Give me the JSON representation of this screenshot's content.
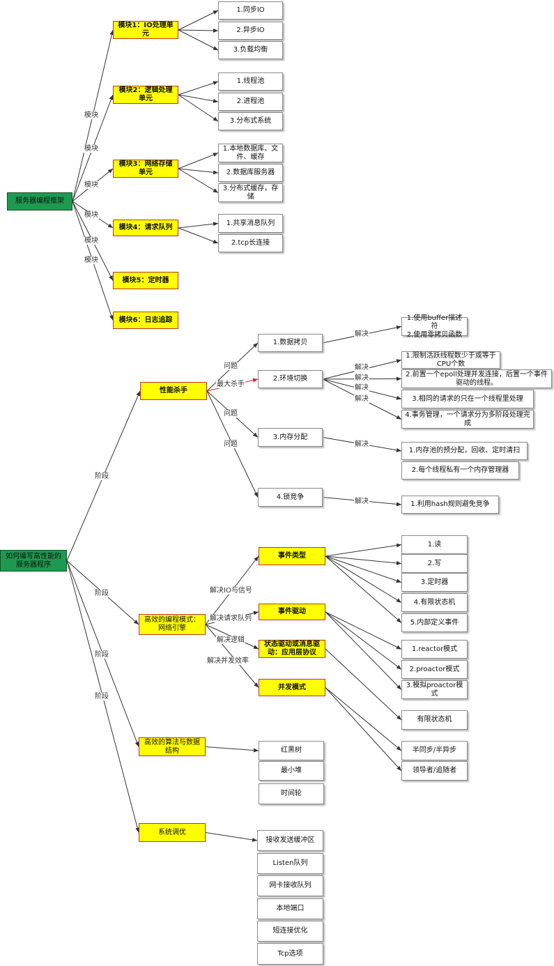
{
  "nodes": [
    {
      "id": "root1",
      "text": "服务器编程框架",
      "kind": "root"
    },
    {
      "id": "m1",
      "text": "模块1：IO处理单元",
      "kind": "yellow"
    },
    {
      "id": "m2",
      "text": "模块2：逻辑处理单元",
      "kind": "yellow"
    },
    {
      "id": "m3",
      "text": "模块3：网络存储单元",
      "kind": "yellow"
    },
    {
      "id": "m4",
      "text": "模块4：请求队列",
      "kind": "yellow"
    },
    {
      "id": "m5",
      "text": "模块5：定时器",
      "kind": "yellow"
    },
    {
      "id": "m6",
      "text": "模块6：日志追踪",
      "kind": "yellow"
    },
    {
      "id": "m1a",
      "text": "1.同步IO",
      "kind": "leaf"
    },
    {
      "id": "m1b",
      "text": "2.异步IO",
      "kind": "leaf"
    },
    {
      "id": "m1c",
      "text": "3.负载均衡",
      "kind": "leaf"
    },
    {
      "id": "m2a",
      "text": "1.线程池",
      "kind": "leaf"
    },
    {
      "id": "m2b",
      "text": "2.进程池",
      "kind": "leaf"
    },
    {
      "id": "m2c",
      "text": "3.分布式系统",
      "kind": "leaf"
    },
    {
      "id": "m3a",
      "text": "1.本地数据库、文件、缓存",
      "kind": "leaf"
    },
    {
      "id": "m3b",
      "text": "2.数据库服务器",
      "kind": "leaf"
    },
    {
      "id": "m3c",
      "text": "3.分布式缓存，存储",
      "kind": "leaf"
    },
    {
      "id": "m4a",
      "text": "1.共享消息队列",
      "kind": "leaf"
    },
    {
      "id": "m4b",
      "text": "2.tcp长连接",
      "kind": "leaf"
    },
    {
      "id": "root2",
      "text": "如何编写高性能的服务器程序",
      "kind": "root"
    },
    {
      "id": "p1",
      "text": "性能杀手",
      "kind": "yellow"
    },
    {
      "id": "p2",
      "text": "高效的编程模式：网络引擎",
      "kind": "yellow normal"
    },
    {
      "id": "p3",
      "text": "高效的算法与数据结构",
      "kind": "yellow normal"
    },
    {
      "id": "p4",
      "text": "系统调优",
      "kind": "yellow normal"
    },
    {
      "id": "k1",
      "text": "1.数据拷贝",
      "kind": "leaf"
    },
    {
      "id": "k2",
      "text": "2.环境切换",
      "kind": "leaf"
    },
    {
      "id": "k3",
      "text": "3.内存分配",
      "kind": "leaf"
    },
    {
      "id": "k4",
      "text": "4.锁竞争",
      "kind": "leaf"
    },
    {
      "id": "k1s",
      "text": "1.使用buffer描述符\n2.使用零拷贝函数",
      "kind": "leaf"
    },
    {
      "id": "k2a",
      "text": "1.限制活跃线程数少于或等于CPU个数",
      "kind": "leaf"
    },
    {
      "id": "k2b",
      "text": "2.前置一个epoll处理并发连接，后置一个事件驱动的线程。",
      "kind": "leaf"
    },
    {
      "id": "k2c",
      "text": "3.相同的请求的只在一个线程里处理",
      "kind": "leaf"
    },
    {
      "id": "k2d",
      "text": "4.事务管理，一个请求分为多阶段处理完成",
      "kind": "leaf"
    },
    {
      "id": "k3a",
      "text": "1.内存池的预分配，回收、定时清扫",
      "kind": "leaf"
    },
    {
      "id": "k3b",
      "text": "2.每个线程私有一个内存管理器",
      "kind": "leaf"
    },
    {
      "id": "k4a",
      "text": "1.利用hash规则避免竞争",
      "kind": "leaf"
    },
    {
      "id": "e1",
      "text": "事件类型",
      "kind": "yellow"
    },
    {
      "id": "e2",
      "text": "事件驱动",
      "kind": "yellow"
    },
    {
      "id": "e3",
      "text": "状态驱动或消息驱动：应用层协议",
      "kind": "yellow"
    },
    {
      "id": "e4",
      "text": "并发模式",
      "kind": "yellow"
    },
    {
      "id": "e1a",
      "text": "1.读",
      "kind": "leaf"
    },
    {
      "id": "e1b",
      "text": "2.写",
      "kind": "leaf"
    },
    {
      "id": "e1c",
      "text": "3.定时器",
      "kind": "leaf"
    },
    {
      "id": "e1d",
      "text": "4.有限状态机",
      "kind": "leaf"
    },
    {
      "id": "e1e",
      "text": "5.内部定义事件",
      "kind": "leaf"
    },
    {
      "id": "e2a",
      "text": "1.reactor模式",
      "kind": "leaf"
    },
    {
      "id": "e2b",
      "text": "2.proactor模式",
      "kind": "leaf"
    },
    {
      "id": "e2c",
      "text": "3.模拟proactor模式",
      "kind": "leaf"
    },
    {
      "id": "e3a",
      "text": "有限状态机",
      "kind": "leaf"
    },
    {
      "id": "e4a",
      "text": "半同步/半异步",
      "kind": "leaf"
    },
    {
      "id": "e4b",
      "text": "领导者/追随者",
      "kind": "leaf"
    },
    {
      "id": "d1",
      "text": "红黑树",
      "kind": "leaf"
    },
    {
      "id": "d2",
      "text": "最小堆",
      "kind": "leaf"
    },
    {
      "id": "d3",
      "text": "时间轮",
      "kind": "leaf"
    },
    {
      "id": "t1",
      "text": "接收发送缓冲区",
      "kind": "leaf"
    },
    {
      "id": "t2",
      "text": "Listen队列",
      "kind": "leaf"
    },
    {
      "id": "t3",
      "text": "网卡接收队列",
      "kind": "leaf"
    },
    {
      "id": "t4",
      "text": "本地端口",
      "kind": "leaf"
    },
    {
      "id": "t5",
      "text": "短连接优化",
      "kind": "leaf"
    },
    {
      "id": "t6",
      "text": "Tcp选项",
      "kind": "leaf"
    }
  ],
  "edges": [
    {
      "from": "root1",
      "to": "m1",
      "label": "模块"
    },
    {
      "from": "root1",
      "to": "m2",
      "label": "模块"
    },
    {
      "from": "root1",
      "to": "m3",
      "label": "模块"
    },
    {
      "from": "root1",
      "to": "m4",
      "label": "模块"
    },
    {
      "from": "root1",
      "to": "m5",
      "label": "模块"
    },
    {
      "from": "root1",
      "to": "m6",
      "label": "模块"
    },
    {
      "from": "m1",
      "to": "m1a",
      "label": ""
    },
    {
      "from": "m1",
      "to": "m1b",
      "label": ""
    },
    {
      "from": "m1",
      "to": "m1c",
      "label": ""
    },
    {
      "from": "m2",
      "to": "m2a",
      "label": ""
    },
    {
      "from": "m2",
      "to": "m2b",
      "label": ""
    },
    {
      "from": "m2",
      "to": "m2c",
      "label": ""
    },
    {
      "from": "m3",
      "to": "m3a",
      "label": ""
    },
    {
      "from": "m3",
      "to": "m3b",
      "label": ""
    },
    {
      "from": "m3",
      "to": "m3c",
      "label": ""
    },
    {
      "from": "m4",
      "to": "m4a",
      "label": ""
    },
    {
      "from": "m4",
      "to": "m4b",
      "label": ""
    },
    {
      "from": "root2",
      "to": "p1",
      "label": "阶段"
    },
    {
      "from": "root2",
      "to": "p2",
      "label": "阶段"
    },
    {
      "from": "root2",
      "to": "p3",
      "label": "阶段"
    },
    {
      "from": "root2",
      "to": "p4",
      "label": "阶段"
    },
    {
      "from": "p1",
      "to": "k1",
      "label": "问题"
    },
    {
      "from": "p1",
      "to": "k2",
      "label": "最大杀手",
      "accent": "#e02020"
    },
    {
      "from": "p1",
      "to": "k3",
      "label": "问题"
    },
    {
      "from": "p1",
      "to": "k4",
      "label": "问题"
    },
    {
      "from": "k1",
      "to": "k1s",
      "label": "解决"
    },
    {
      "from": "k2",
      "to": "k2a",
      "label": "解决"
    },
    {
      "from": "k2",
      "to": "k2b",
      "label": "解决"
    },
    {
      "from": "k2",
      "to": "k2c",
      "label": "解决"
    },
    {
      "from": "k2",
      "to": "k2d",
      "label": "解决"
    },
    {
      "from": "k3",
      "to": "k3a",
      "label": "解决"
    },
    {
      "from": "k4",
      "to": "k4a",
      "label": "解决"
    },
    {
      "from": "p2",
      "to": "e1",
      "label": "解决IO与信号"
    },
    {
      "from": "p2",
      "to": "e2",
      "label": "解决请求队列"
    },
    {
      "from": "p2",
      "to": "e3",
      "label": "解决逻辑"
    },
    {
      "from": "p2",
      "to": "e4",
      "label": "解决并发效率"
    },
    {
      "from": "e1",
      "to": "e1a",
      "label": ""
    },
    {
      "from": "e1",
      "to": "e1b",
      "label": ""
    },
    {
      "from": "e1",
      "to": "e1c",
      "label": ""
    },
    {
      "from": "e1",
      "to": "e1d",
      "label": ""
    },
    {
      "from": "e1",
      "to": "e1e",
      "label": ""
    },
    {
      "from": "e2",
      "to": "e2a",
      "label": ""
    },
    {
      "from": "e2",
      "to": "e2b",
      "label": ""
    },
    {
      "from": "e2",
      "to": "e2c",
      "label": ""
    },
    {
      "from": "e3",
      "to": "e3a",
      "label": ""
    },
    {
      "from": "e4",
      "to": "e4a",
      "label": ""
    },
    {
      "from": "e4",
      "to": "e4b",
      "label": ""
    },
    {
      "from": "p3",
      "to": "d1",
      "label": ""
    },
    {
      "from": "p4",
      "to": "t1",
      "label": ""
    }
  ]
}
